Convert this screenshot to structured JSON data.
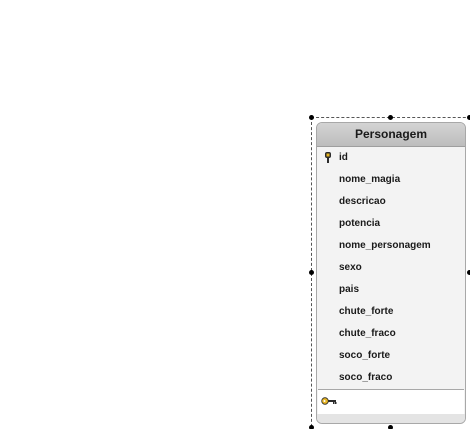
{
  "entity": {
    "name": "Personagem",
    "columns": [
      {
        "label": "id",
        "icon": "primary-key-icon"
      },
      {
        "label": "nome_magia",
        "icon": ""
      },
      {
        "label": "descricao",
        "icon": ""
      },
      {
        "label": "potencia",
        "icon": ""
      },
      {
        "label": "nome_personagem",
        "icon": ""
      },
      {
        "label": "sexo",
        "icon": ""
      },
      {
        "label": "pais",
        "icon": ""
      },
      {
        "label": "chute_forte",
        "icon": ""
      },
      {
        "label": "chute_fraco",
        "icon": ""
      },
      {
        "label": "soco_forte",
        "icon": ""
      },
      {
        "label": "soco_fraco",
        "icon": ""
      }
    ],
    "keys_icon": "key-icon"
  },
  "colors": {
    "header_bg": "#c8c8c8",
    "body_bg": "#f3f3f3",
    "border": "#a8a8a8",
    "key_gold": "#d4a017"
  }
}
